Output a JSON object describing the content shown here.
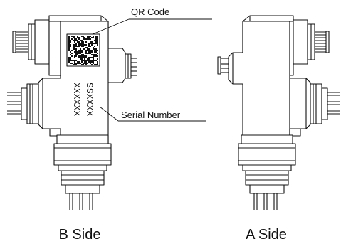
{
  "labels": {
    "qr_code": "QR Code",
    "serial_number": "Serial Number",
    "b_side": "B Side",
    "a_side": "A Side"
  },
  "serial_text": {
    "line1": "SSXXXX",
    "line2": "XXXXXX"
  },
  "colors": {
    "line": "#111111",
    "background": "#ffffff"
  }
}
